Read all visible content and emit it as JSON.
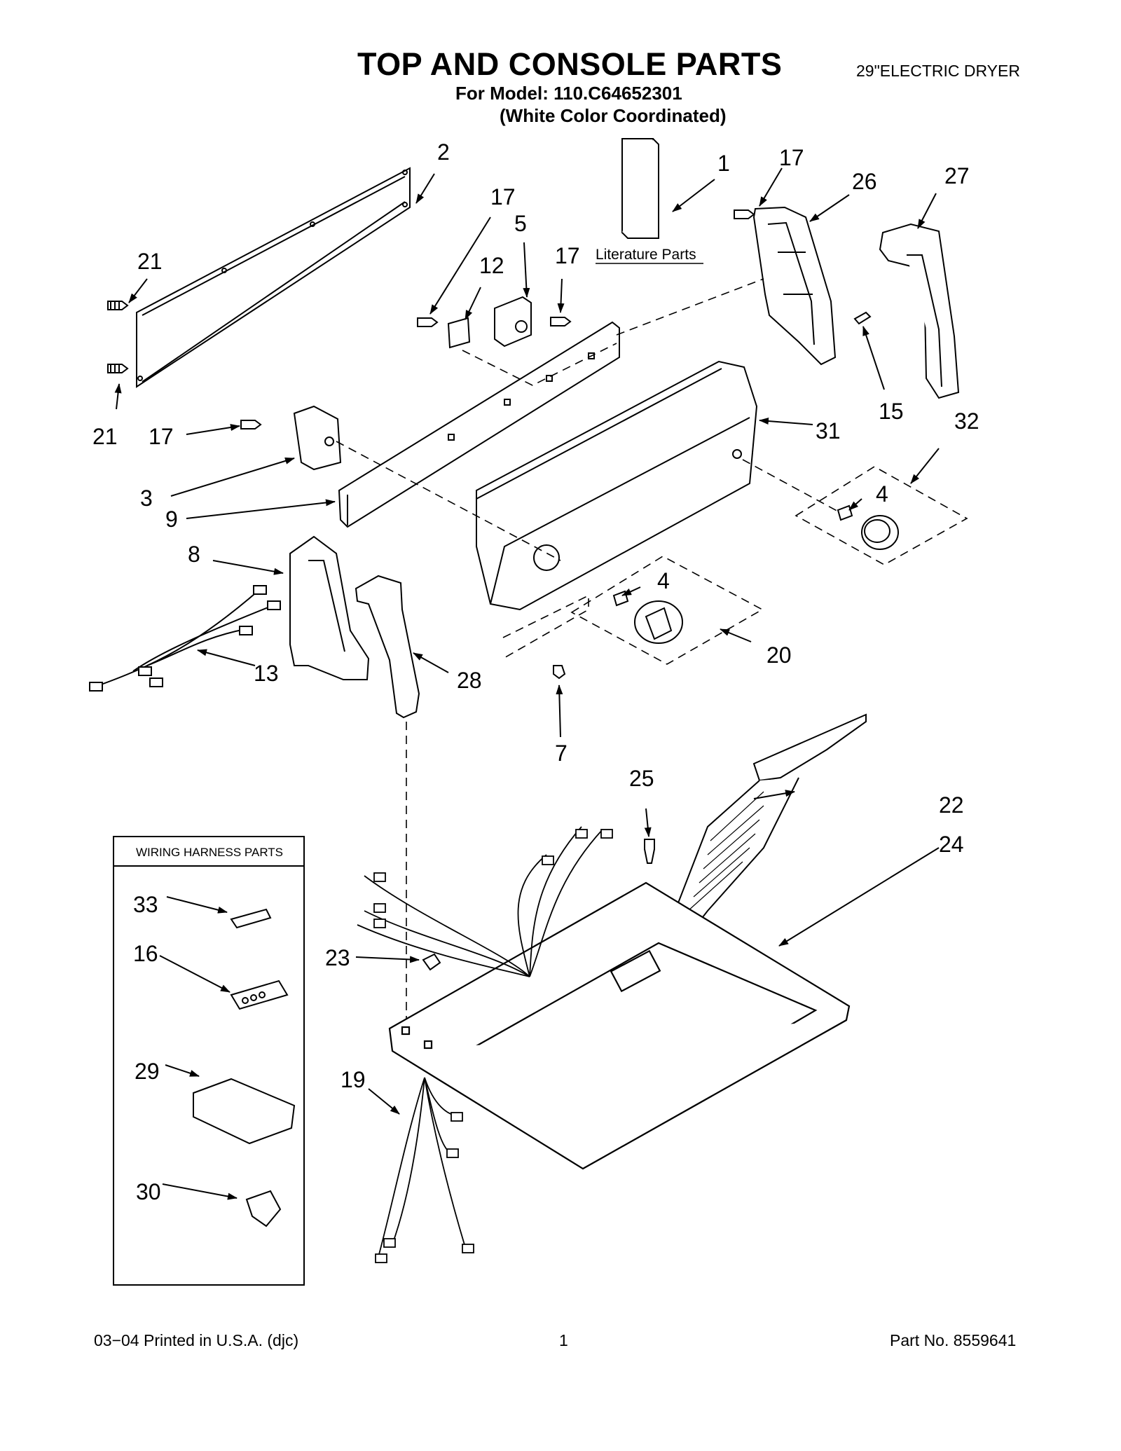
{
  "header": {
    "title": "TOP AND CONSOLE PARTS",
    "model_line": "For Model: 110.C64652301",
    "color_line": "(White Color Coordinated)",
    "product": "29\"ELECTRIC DRYER"
  },
  "literature_label": "Literature Parts",
  "wiring_box_title": "WIRING HARNESS PARTS",
  "callouts": {
    "c1": "1",
    "c2": "2",
    "c3": "3",
    "c4a": "4",
    "c4b": "4",
    "c5": "5",
    "c7": "7",
    "c8": "8",
    "c9": "9",
    "c12": "12",
    "c13": "13",
    "c15": "15",
    "c16": "16",
    "c17a": "17",
    "c17b": "17",
    "c17c": "17",
    "c17d": "17",
    "c19": "19",
    "c20": "20",
    "c21a": "21",
    "c21b": "21",
    "c22": "22",
    "c23": "23",
    "c24": "24",
    "c25": "25",
    "c26": "26",
    "c27": "27",
    "c28": "28",
    "c29": "29",
    "c30": "30",
    "c31": "31",
    "c32": "32",
    "c33": "33"
  },
  "footer": {
    "left": "03−04 Printed in U.S.A. (djc)",
    "page": "1",
    "right": "Part No. 8559641"
  }
}
